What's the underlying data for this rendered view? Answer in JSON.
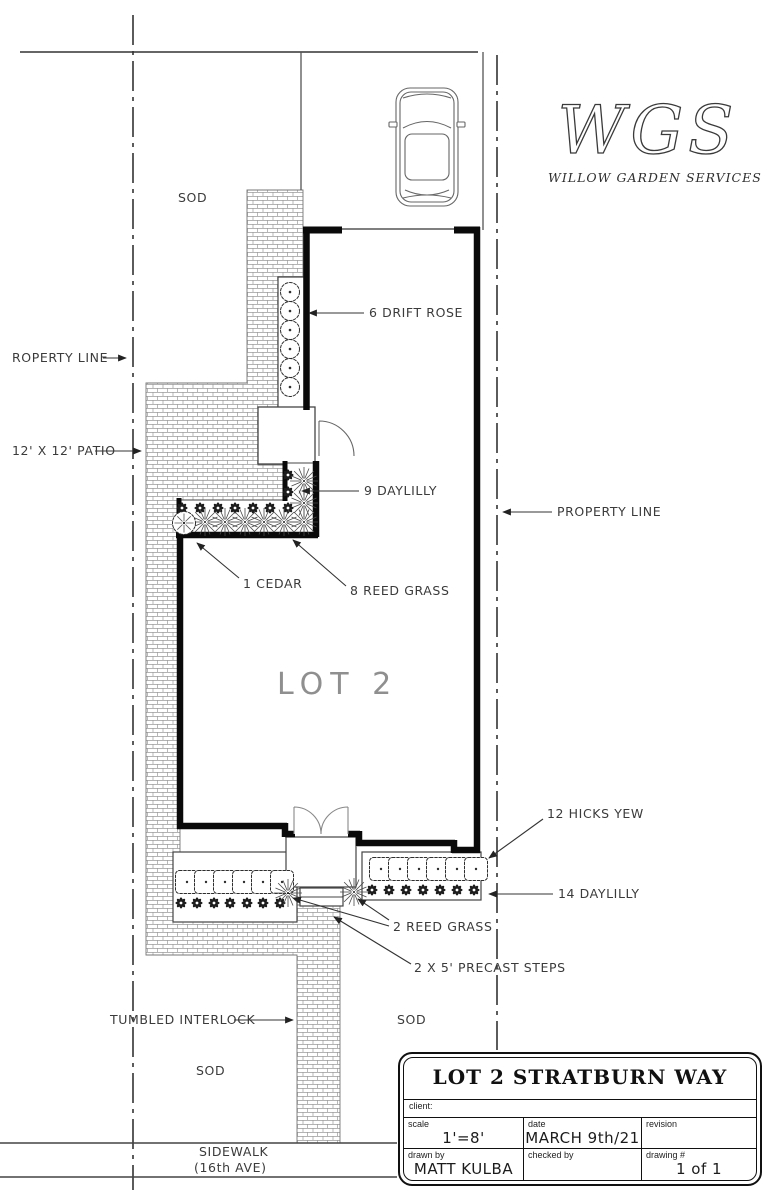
{
  "logo": {
    "acronym": "WGS",
    "name": "WILLOW GARDEN SERVICES"
  },
  "labels": {
    "sod_top": "SOD",
    "property_line_left": "ROPERTY LINE",
    "patio": "12' X 12' PATIO",
    "drift_rose": "6 DRIFT ROSE",
    "daylilly_9": "9 DAYLILLY",
    "property_line_right": "PROPERTY LINE",
    "cedar": "1 CEDAR",
    "reed_grass_8": "8 REED GRASS",
    "lot": "LOT 2",
    "hicks_yew": "12 HICKS YEW",
    "daylilly_14": "14 DAYLILLY",
    "reed_grass_2": "2 REED GRASS",
    "precast_steps": "2 X 5' PRECAST STEPS",
    "tumbled_interlock": "TUMBLED INTERLOCK",
    "sod_right": "SOD",
    "sod_bottom": "SOD",
    "sidewalk_line1": "SIDEWALK",
    "sidewalk_line2": "(16th AVE)"
  },
  "title_block": {
    "title": "LOT 2 STRATBURN WAY",
    "client_label": "client:",
    "scale_label": "scale",
    "scale_value": "1'=8'",
    "date_label": "date",
    "date_value": "MARCH 9th/21",
    "revision_label": "revision",
    "revision_value": "",
    "drawn_by_label": "drawn by",
    "drawn_by_value": "MATT KULBA",
    "checked_by_label": "checked by",
    "checked_by_value": "",
    "drawing_no_label": "drawing #",
    "drawing_no_value": "1 of 1"
  },
  "colors": {
    "ink": "#2e2e2e",
    "wall": "#0a0a0a",
    "hatch_line": "#9a9a9a",
    "light_text": "#8f8f8f",
    "background": "#ffffff"
  }
}
